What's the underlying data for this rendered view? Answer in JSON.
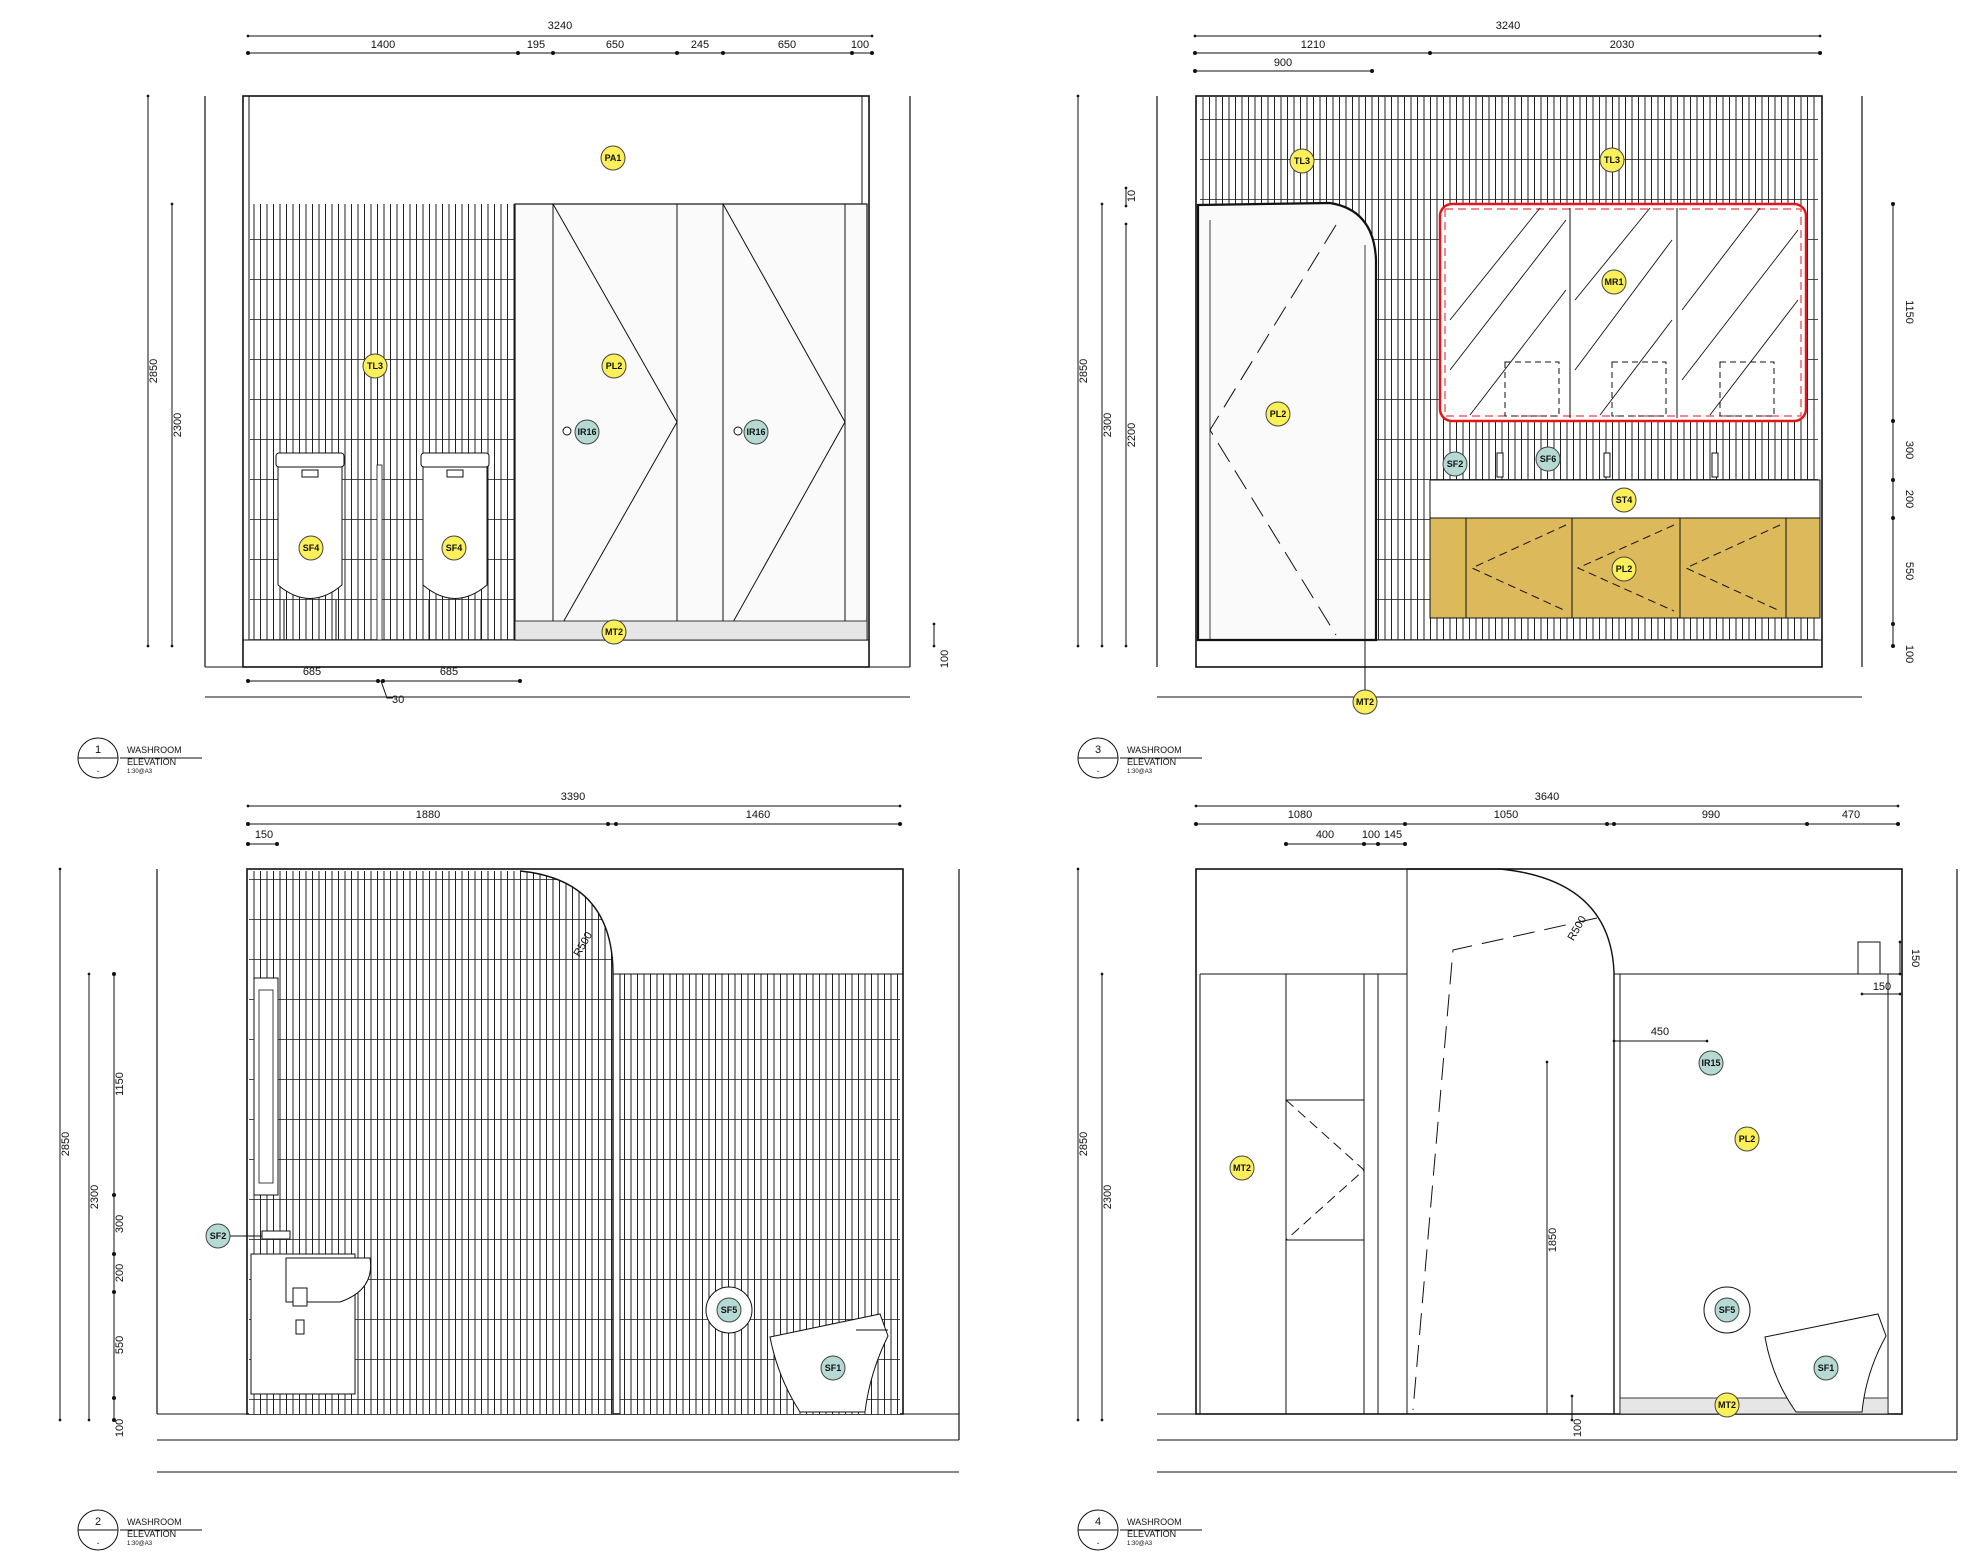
{
  "colors": {
    "tag_material": "#fbf05a",
    "tag_fixture": "#b5d9d4",
    "tag_stroke": "#444444",
    "cabinet": "#dcb95a",
    "mirror_outline": "#e0161b",
    "line": "#111111"
  },
  "views": [
    {
      "number": "1",
      "sheet": ".",
      "title1": "WASHROOM",
      "title2": "ELEVATION",
      "scale": "1:30@A3",
      "dims": {
        "overall": "3240",
        "d1": "1400",
        "d2": "195",
        "d3": "650",
        "d4": "245",
        "d5": "650",
        "d6": "100",
        "h_total": "2850",
        "h_tile": "2300",
        "h_kick": "100",
        "b1": "685",
        "b2": "685",
        "b3": "30"
      },
      "tags": {
        "pa1": "PA1",
        "tl3": "TL3",
        "pl2": "PL2",
        "ir16a": "IR16",
        "ir16b": "IR16",
        "sf4a": "SF4",
        "sf4b": "SF4",
        "mt2": "MT2"
      }
    },
    {
      "number": "3",
      "sheet": ".",
      "title1": "WASHROOM",
      "title2": "ELEVATION",
      "scale": "1:30@A3",
      "dims": {
        "overall": "3240",
        "d1": "1210",
        "d2": "2030",
        "d3": "900",
        "h_total": "2850",
        "h_tile": "2300",
        "h_door": "2200",
        "h_10": "10",
        "r1150": "1150",
        "r300": "300",
        "r200": "200",
        "r550": "550",
        "r100": "100"
      },
      "tags": {
        "tl3a": "TL3",
        "tl3b": "TL3",
        "mr1": "MR1",
        "pl2a": "PL2",
        "sf2": "SF2",
        "sf6": "SF6",
        "st4": "ST4",
        "pl2b": "PL2",
        "mt2": "MT2"
      }
    },
    {
      "number": "2",
      "sheet": ".",
      "title1": "WASHROOM",
      "title2": "ELEVATION",
      "scale": "1:30@A3",
      "dims": {
        "overall": "3390",
        "d1": "1880",
        "d2": "1460",
        "d3": "150",
        "h_total": "2850",
        "h_tile": "2300",
        "r1150": "1150",
        "r300": "300",
        "r200": "200",
        "r550": "550",
        "r100": "100",
        "radius": "R500"
      },
      "tags": {
        "sf2": "SF2",
        "sf5": "SF5",
        "sf1": "SF1"
      }
    },
    {
      "number": "4",
      "sheet": ".",
      "title1": "WASHROOM",
      "title2": "ELEVATION",
      "scale": "1:30@A3",
      "dims": {
        "overall": "3640",
        "d1": "1080",
        "d2": "1050",
        "d3": "990",
        "d4": "470",
        "s1": "400",
        "s2": "100",
        "s3": "145",
        "h_total": "2850",
        "h_tile": "2300",
        "h_1850": "1850",
        "h_100": "100",
        "r150a": "150",
        "r150b": "150",
        "w450": "450",
        "radius": "R500"
      },
      "tags": {
        "mt2a": "MT2",
        "ir15": "IR15",
        "pl2": "PL2",
        "sf5": "SF5",
        "sf1": "SF1",
        "mt2b": "MT2"
      }
    }
  ]
}
